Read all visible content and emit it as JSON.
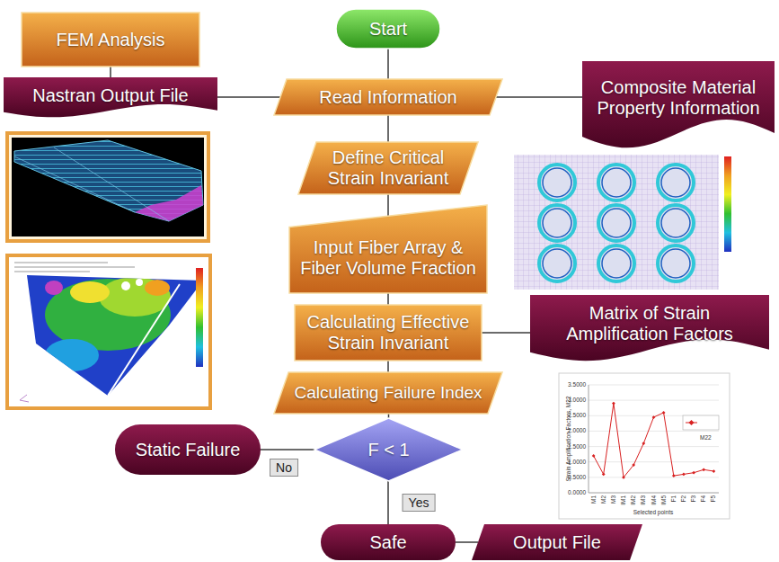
{
  "diagram": {
    "nodes": [
      {
        "text": [
          "FEM Analysis"
        ]
      },
      {
        "text": [
          "Start"
        ]
      },
      {
        "text": [
          "Nastran Output File"
        ]
      },
      {
        "text": [
          "Read Information"
        ]
      },
      {
        "text": [
          "Composite Material Property Information"
        ]
      },
      {
        "text": [
          "Define Critical Strain Invariant"
        ]
      },
      {
        "text": [
          "Input Fiber Array & Fiber Volume Fraction"
        ]
      },
      {
        "text": [
          "Calculating Effective Strain Invariant"
        ]
      },
      {
        "text": [
          "Matrix of Strain Amplification Factors"
        ]
      },
      {
        "text": [
          "Calculating Failure Index"
        ]
      },
      {
        "text": [
          "Static Failure"
        ]
      },
      {
        "text": [
          "F < 1"
        ]
      },
      {
        "text": [
          "Safe"
        ]
      },
      {
        "text": [
          "Output File"
        ]
      }
    ],
    "edges": [
      {
        "from": 1,
        "to": 3,
        "arrow": "none"
      },
      {
        "from": 0,
        "to": 2,
        "arrow": "none"
      },
      {
        "from": 2,
        "to": 3,
        "arrow": "none"
      },
      {
        "from": 4,
        "to": 3,
        "arrow": "none"
      },
      {
        "from": 3,
        "to": 5,
        "arrow": "none"
      },
      {
        "from": 5,
        "to": 6,
        "arrow": "none"
      },
      {
        "from": 6,
        "to": 7,
        "arrow": "none"
      },
      {
        "from": 8,
        "to": 7,
        "arrow": "none"
      },
      {
        "from": 7,
        "to": 9,
        "arrow": "none"
      },
      {
        "from": 9,
        "to": 11,
        "arrow": "none"
      },
      {
        "from": 11,
        "to": 10,
        "label": "No",
        "arrow": "none"
      },
      {
        "from": 11,
        "to": 12,
        "label": "Yes",
        "arrow": "none"
      },
      {
        "from": 12,
        "to": 13,
        "arrow": "none"
      }
    ],
    "labels": [
      "M22",
      "0.0000",
      "0.5000",
      "1.0000",
      "1.5000",
      "2.0000",
      "2.5000",
      "3.0000",
      "3.5000",
      "M1",
      "M2",
      "M3",
      "IM1",
      "IM2",
      "IM3",
      "IM4",
      "IM5",
      "F1",
      "F2",
      "F3",
      "F4",
      "F5",
      "Selected points",
      "Strain Amplification Factors, M22"
    ]
  }
}
